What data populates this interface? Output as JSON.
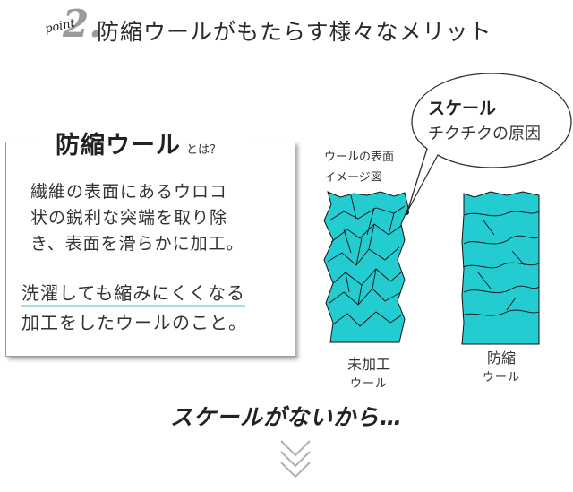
{
  "header": {
    "point_word": "point",
    "point_number": "2.",
    "title": "防縮ウールがもたらす様々なメリット"
  },
  "definition": {
    "heading": "防縮ウール",
    "heading_suffix": "とは？",
    "body_lines": [
      "繊維の表面にあるウロコ",
      "状の鋭利な突端を取り除",
      "き、表面を滑らかに加工。"
    ],
    "summary_line1": "洗濯しても縮みにくくなる",
    "summary_line2": "加工をしたウールのこと。"
  },
  "figure": {
    "surface_label_line1": "ウールの表面",
    "surface_label_line2": "イメージ図",
    "callout_title": "スケール",
    "callout_subtitle": "チクチクの原因",
    "fiber_color": "#22ccd0",
    "untreated_caption_line1": "未加工",
    "untreated_caption_line2": "ウール",
    "treated_caption_line1": "防縮",
    "treated_caption_line2": "ウール"
  },
  "conclusion": "スケールがないから…",
  "chevron_color": "#b0b0b0"
}
